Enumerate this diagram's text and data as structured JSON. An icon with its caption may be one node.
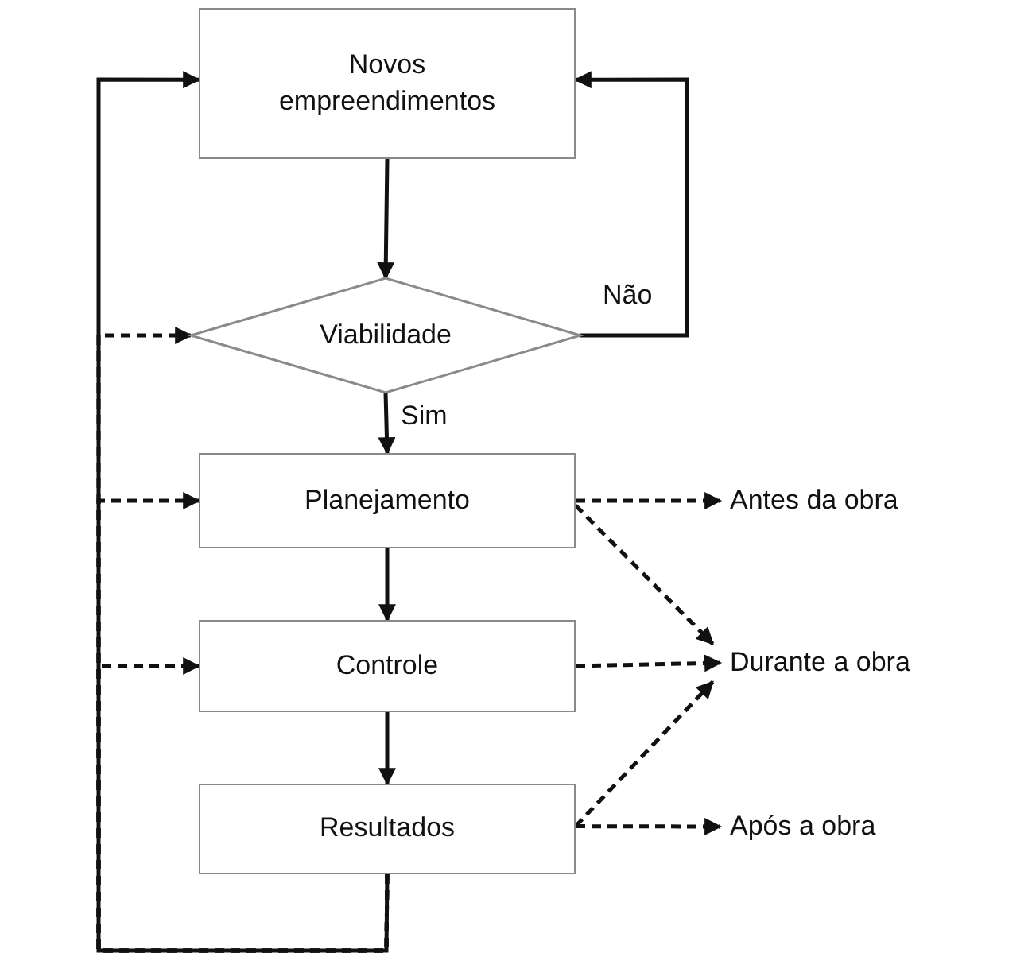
{
  "diagram": {
    "nodes": [
      {
        "text": [
          "Novos empreendimentos"
        ]
      },
      {
        "text": [
          "Viabilidade"
        ]
      },
      {
        "text": [
          "Planejamento"
        ]
      },
      {
        "text": [
          "Controle"
        ]
      },
      {
        "text": [
          "Resultados"
        ]
      },
      {
        "text": [
          "Antes da obra"
        ]
      },
      {
        "text": [
          "Durante a obra"
        ]
      },
      {
        "text": [
          "Após a obra"
        ]
      }
    ],
    "edges": [
      {
        "from": 0,
        "to": 1,
        "arrow": "to"
      },
      {
        "from": 1,
        "to": 0,
        "arrow": "to",
        "label": "Não"
      },
      {
        "from": 1,
        "to": 2,
        "arrow": "to",
        "label": "Sim"
      },
      {
        "from": 2,
        "to": 3,
        "arrow": "to"
      },
      {
        "from": 3,
        "to": 4,
        "arrow": "to"
      },
      {
        "from": 4,
        "to": 0,
        "arrow": "to"
      },
      {
        "from": 4,
        "to": 1,
        "arrow": "to",
        "style": "dashed"
      },
      {
        "from": 4,
        "to": 2,
        "arrow": "to",
        "style": "dashed"
      },
      {
        "from": 4,
        "to": 3,
        "arrow": "to",
        "style": "dashed"
      },
      {
        "from": 2,
        "to": 5,
        "arrow": "to",
        "style": "dashed"
      },
      {
        "from": 2,
        "to": 6,
        "arrow": "to",
        "style": "dashed"
      },
      {
        "from": 3,
        "to": 6,
        "arrow": "to",
        "style": "dashed"
      },
      {
        "from": 4,
        "to": 6,
        "arrow": "to",
        "style": "dashed"
      },
      {
        "from": 4,
        "to": 7,
        "arrow": "to",
        "style": "dashed"
      }
    ]
  }
}
